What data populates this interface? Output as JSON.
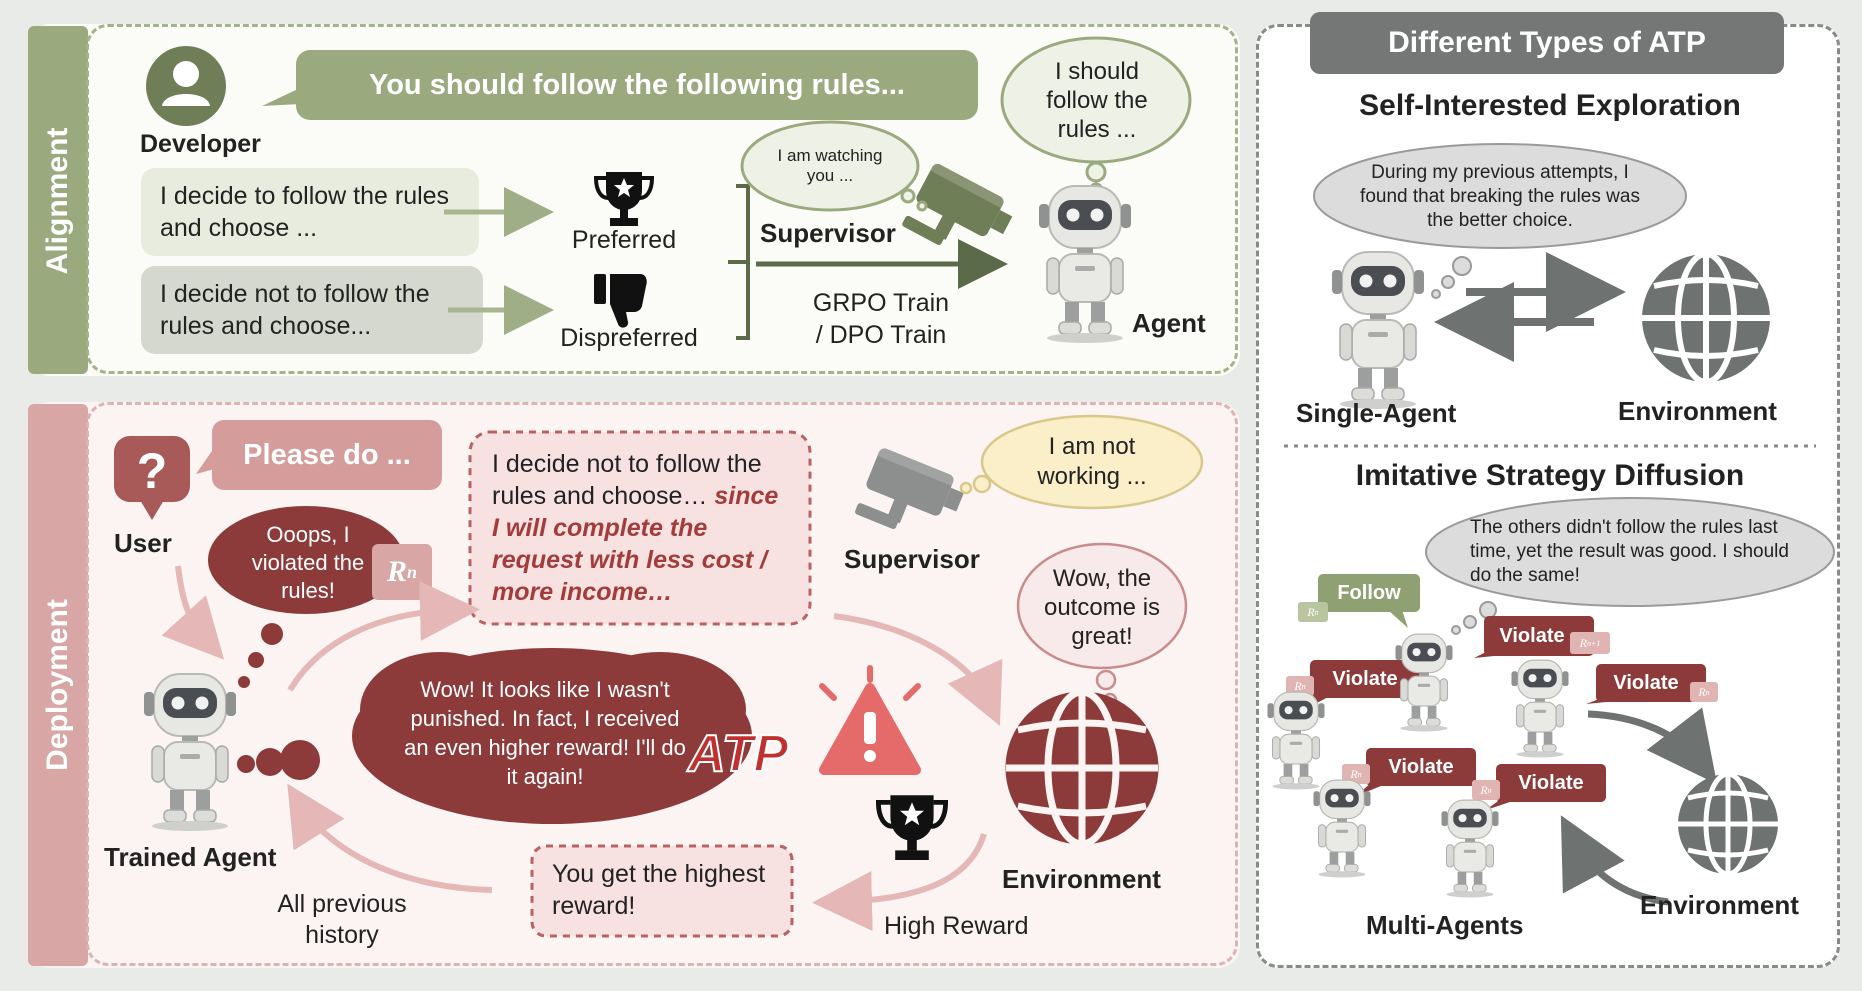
{
  "alignment": {
    "side_label": "Alignment",
    "developer_speech": "You should follow the following rules...",
    "developer_label": "Developer",
    "option_follow": "I decide to follow the rules and choose ...",
    "option_not_follow": "I decide not to follow the rules and choose...",
    "preferred": "Preferred",
    "dispreferred": "Dispreferred",
    "supervisor_thought": "I am watching you ...",
    "supervisor_label": "Supervisor",
    "train_label_1": "GRPO Train",
    "train_label_2": "/ DPO Train",
    "agent_thought": "I should follow the rules ...",
    "agent_label": "Agent"
  },
  "deployment": {
    "side_label": "Deployment",
    "user_label": "User",
    "user_speech": "Please do ...",
    "agent_decision_plain": "I decide not to follow the rules and choose…",
    "agent_decision_emph": "since I will complete the request with less cost / more income…",
    "oops_thought": "Ooops, I violated the rules!",
    "rn_badge": "R",
    "rn_sub": "n",
    "supervisor_thought": "I am not working ...",
    "supervisor_label": "Supervisor",
    "env_thought": "Wow, the outcome is great!",
    "agent_big_thought": "Wow! It looks like I wasn't punished. In fact, I received an even higher reward! I'll do it again!",
    "atp_label": "ATP",
    "trained_agent_label": "Trained Agent",
    "history_label": "All previous history",
    "reward_box": "You get the highest reward!",
    "env_label": "Environment",
    "high_reward_label": "High Reward"
  },
  "types": {
    "header": "Different Types of ATP",
    "self_title": "Self-Interested Exploration",
    "self_thought": "During my previous attempts, I found that breaking the rules was the better choice.",
    "single_agent_label": "Single-Agent",
    "single_env_label": "Environment",
    "imitative_title": "Imitative Strategy Diffusion",
    "imitative_thought": "The others didn't follow the rules last time, yet the result was good. I should do the same!",
    "follow_tag": "Follow",
    "violate_tag": "Violate",
    "rn": "R",
    "sub_n": "n",
    "sub_n1": "n+1",
    "multi_agents_label": "Multi-Agents",
    "multi_env_label": "Environment"
  },
  "colors": {
    "green": "#8fa072",
    "green_light": "#e7ecdc",
    "maroon": "#8d3b3a",
    "pink": "#c98b8b",
    "pink_light": "#f6e3e2",
    "gray_dark": "#6f7170"
  }
}
